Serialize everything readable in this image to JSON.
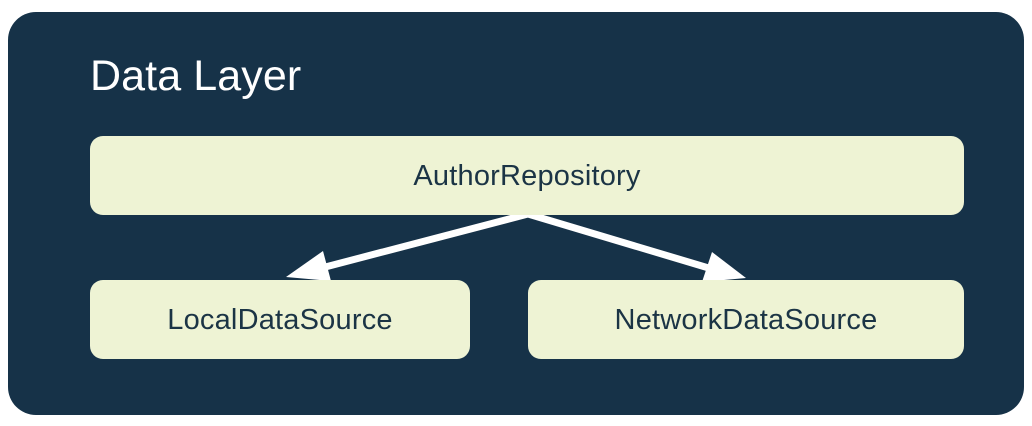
{
  "diagram": {
    "type": "architecture-layer-diagram",
    "background_color": "#ffffff",
    "container": {
      "title": "Data Layer",
      "fill_color": "#163248",
      "title_color": "#ffffff"
    },
    "node_fill_color": "#eef3d4",
    "node_text_color": "#1b3445",
    "edge_color": "#ffffff",
    "nodes": [
      {
        "id": "author-repository",
        "label": "AuthorRepository",
        "role": "repository"
      },
      {
        "id": "local-data-source",
        "label": "LocalDataSource",
        "role": "data-source"
      },
      {
        "id": "network-data-source",
        "label": "NetworkDataSource",
        "role": "data-source"
      }
    ],
    "edges": [
      {
        "id": "edge-repository-to-local",
        "from": "author-repository",
        "to": "local-data-source",
        "arrow": "end"
      },
      {
        "id": "edge-repository-to-network",
        "from": "author-repository",
        "to": "network-data-source",
        "arrow": "end"
      }
    ]
  }
}
